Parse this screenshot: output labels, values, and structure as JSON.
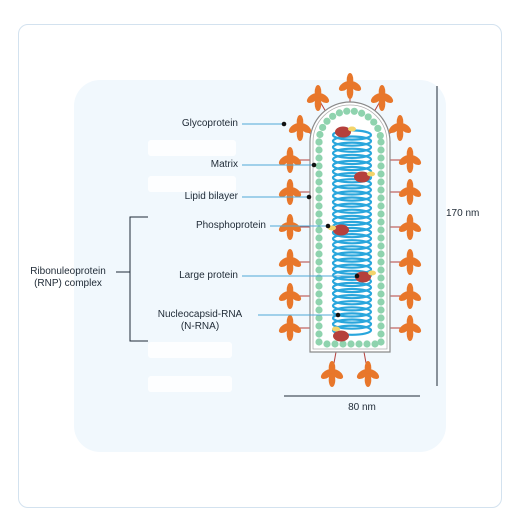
{
  "labels": {
    "glycoprotein": "Glycoprotein",
    "matrix": "Matrix",
    "lipid_bilayer": "Lipid bilayer",
    "phosphoprotein": "Phosphoprotein",
    "large_protein": "Large protein",
    "nucleocapsid_line1": "Nucleocapsid-RNA",
    "nucleocapsid_line2": "(N-RNA)",
    "rnp_line1": "Ribonuleoprotein",
    "rnp_line2": "(RNP) complex"
  },
  "dimensions": {
    "height": "170 nm",
    "width": "80 nm"
  },
  "colors": {
    "glycoprotein": "#e8772b",
    "matrix": "#8fd3ae",
    "nucleocapsid": "#29a6dc",
    "large_protein": "#b5403c",
    "phosphoprotein": "#f3d46a",
    "leader_line": "#4fa8d6",
    "spike_stalk": "#b5403c",
    "panel": "#f1f8fd"
  }
}
